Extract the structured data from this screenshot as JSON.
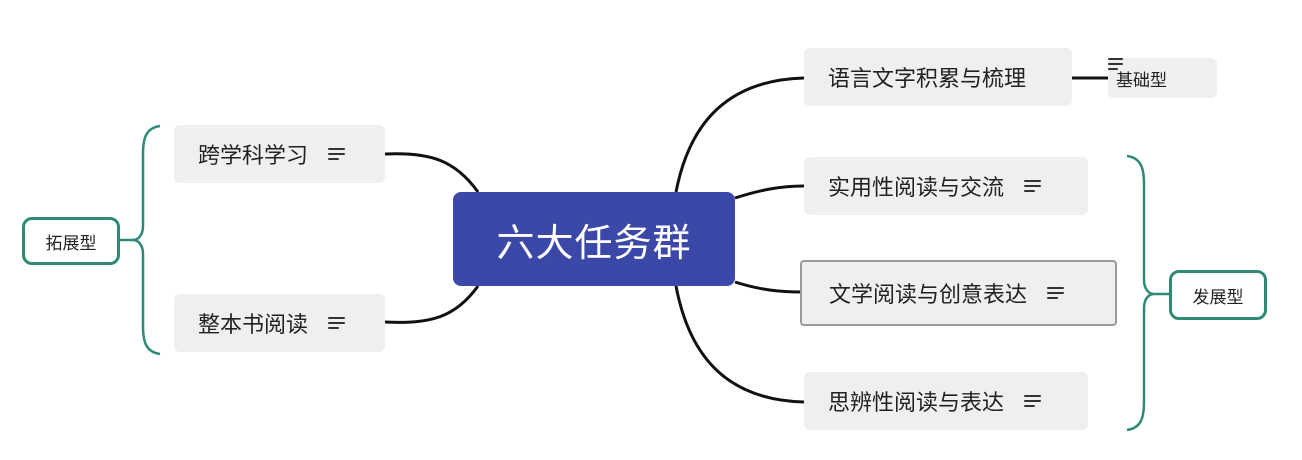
{
  "mindmap": {
    "root": {
      "label": "六大任务群"
    },
    "left_topics": [
      {
        "label": "跨学科学习",
        "has_notes": true
      },
      {
        "label": "整本书阅读",
        "has_notes": true
      }
    ],
    "right_topics": [
      {
        "label": "语言文字积累与梳理",
        "has_notes": false
      },
      {
        "label": "实用性阅读与交流",
        "has_notes": true
      },
      {
        "label": "文学阅读与创意表达",
        "has_notes": true,
        "selected": true
      },
      {
        "label": "思辨性阅读与表达",
        "has_notes": true
      }
    ],
    "sub_topic": {
      "label": "基础型",
      "has_notes": true
    },
    "summaries": {
      "left": {
        "label": "拓展型"
      },
      "right": {
        "label": "发展型"
      }
    }
  },
  "colors": {
    "root_fill": "#3b48a7",
    "topic_fill": "#efefef",
    "summary_stroke": "#2e8a76",
    "link_stroke": "#111111",
    "selected_border": "#9a9a9a"
  }
}
